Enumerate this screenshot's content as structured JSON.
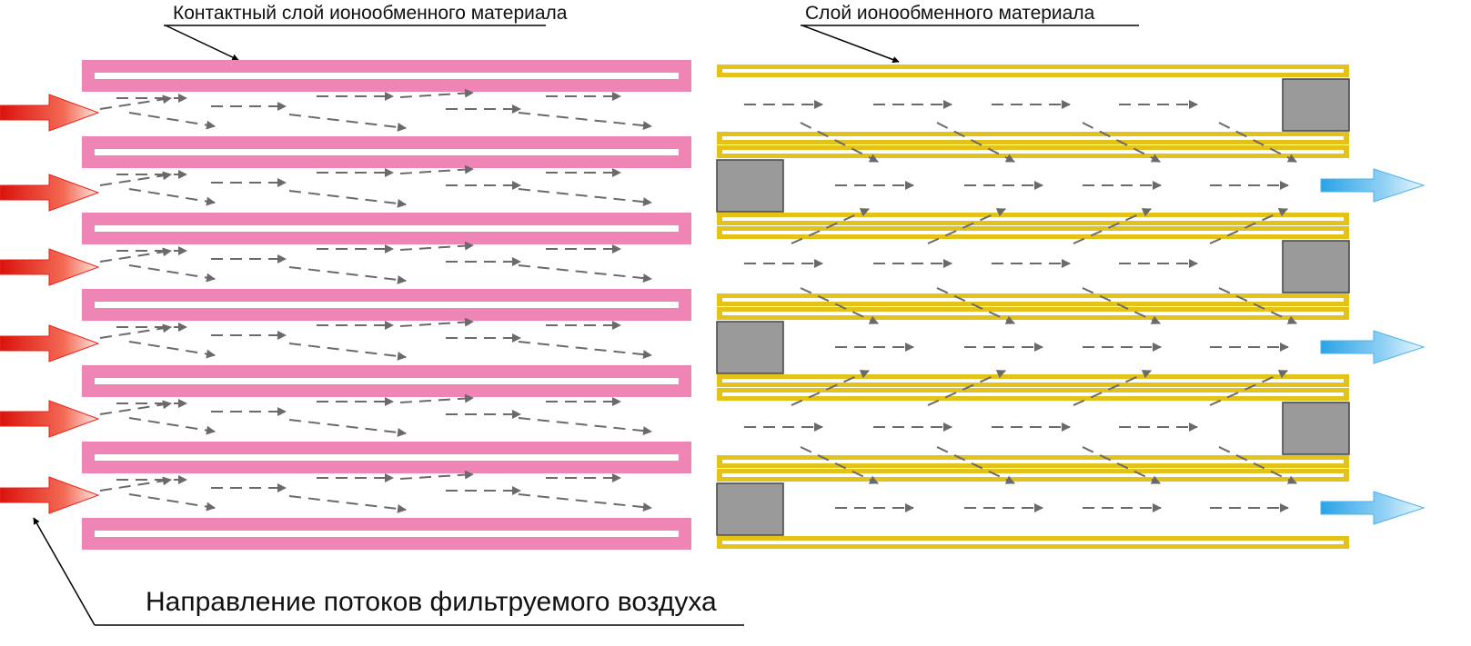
{
  "labels": {
    "contact_layer": "Контактный слой ионообменного материала",
    "exchange_layer": "Слой ионообменного материала",
    "air_flow": "Направление потоков фильтруемого воздуха"
  },
  "colors": {
    "contact_plate": "#ee85b5",
    "exchange_plate": "#e3c21a",
    "block": "#9a9a9a",
    "inlet_arrow": "#e8251c",
    "outlet_arrow": "#4fb3ea",
    "flow_arrow": "#6a6a6a"
  }
}
